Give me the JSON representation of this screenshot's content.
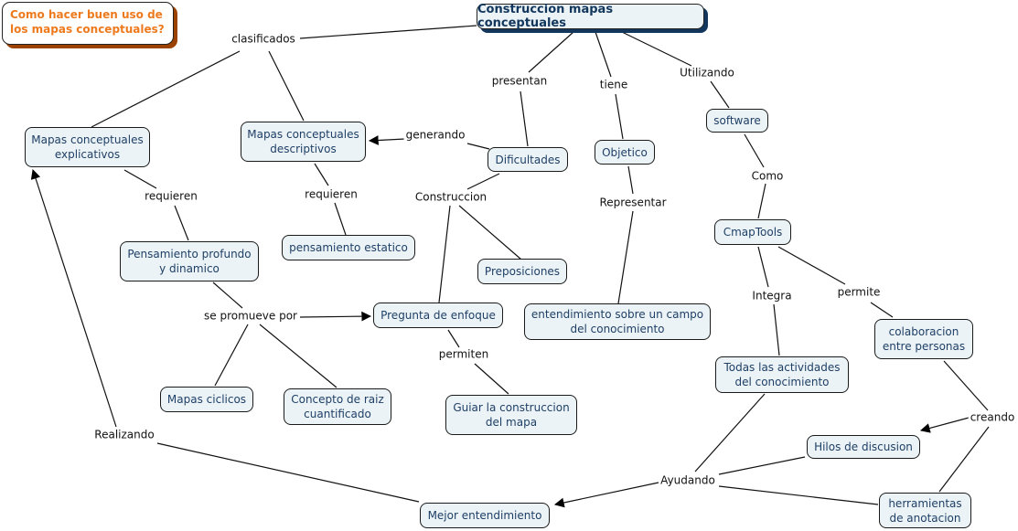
{
  "title_box": {
    "text": "Como hacer buen uso de\nlos mapas conceptuales?"
  },
  "root": {
    "label": "Construccion mapas conceptuales"
  },
  "concepts": {
    "explicativos": "Mapas conceptuales\nexplicativos",
    "descriptivos": "Mapas conceptuales\ndescriptivos",
    "dificultades": "Dificultades",
    "objetico": "Objetico",
    "software": "software",
    "cmaptools": "CmapTools",
    "pensamiento_estatico": "pensamiento estatico",
    "pensamiento_profundo": "Pensamiento profundo\ny dinamico",
    "preposiciones": "Preposiciones",
    "pregunta_enfoque": "Pregunta de enfoque",
    "entendimiento_campo": "entendimiento sobre un campo\ndel conocimiento",
    "todas_actividades": "Todas las actividades\ndel conocimiento",
    "colaboracion": "colaboracion\nentre personas",
    "mapas_ciclicos": "Mapas ciclicos",
    "concepto_raiz": "Concepto de raiz\ncuantificado",
    "guiar": "Guiar la construccion\ndel mapa",
    "hilos": "Hilos de discusion",
    "herramientas": "herramientas\nde anotacion",
    "mejor_entendimiento": "Mejor entendimiento"
  },
  "linking_phrases": {
    "clasificados": "clasificados",
    "presentan": "presentan",
    "tiene": "tiene",
    "utilizando": "Utilizando",
    "generando": "generando",
    "requieren_1": "requieren",
    "requieren_2": "requieren",
    "construccion": "Construccion",
    "representar": "Representar",
    "como": "Como",
    "integra": "Integra",
    "permite": "permite",
    "se_promueve": "se promueve por",
    "permiten": "permiten",
    "creando": "creando",
    "realizando": "Realizando",
    "ayudando": "Ayudando"
  },
  "colors": {
    "node_fill": "#ebf3f6",
    "node_text": "#1f3f66",
    "title_text": "#ee7a1e",
    "title_shadow": "#9c4200",
    "root_shadow": "#12365c"
  }
}
